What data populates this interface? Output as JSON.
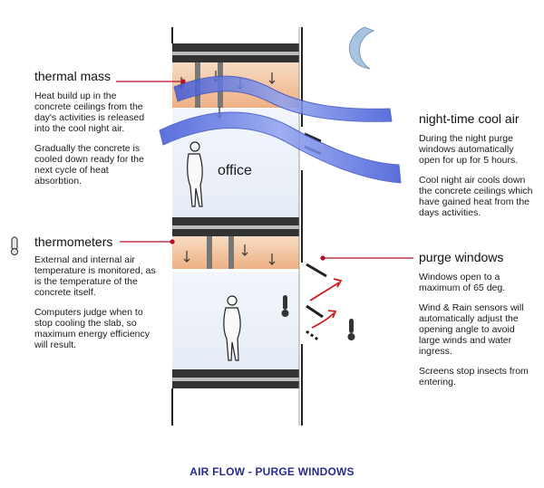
{
  "caption": "AIR FLOW - PURGE WINDOWS",
  "thermal_mass": {
    "heading": "thermal mass",
    "paragraphs": [
      "Heat build up in the concrete ceilings from the day's activities is released into the cool night air.",
      "Gradually the concrete is cooled down ready for the next cycle of heat absorbtion."
    ]
  },
  "office_label": "office",
  "night_air": {
    "heading": "night-time cool air",
    "paragraphs": [
      "During the night purge windows automatically open for up for 5 hours.",
      "Cool night air cools down the concrete ceilings which have gained heat from the days activities."
    ]
  },
  "thermometers": {
    "heading": "thermometers",
    "paragraphs": [
      "External and internal air temperature is monitored, as is the temperature of the concrete itself.",
      "Computers judge when to stop cooling the slab, so maximum energy efficiency will result."
    ]
  },
  "purge_windows": {
    "heading": "purge windows",
    "paragraphs": [
      "Windows open to a maximum of 65 deg.",
      "Wind & Rain sensors will automatically adjust the opening angle to avoid large winds and water ingress.",
      "Screens stop insects from entering."
    ]
  },
  "colors": {
    "caption": "#2b2b8c",
    "leader_line": "#b0102a",
    "concrete_heat": "#f3c7a3",
    "air_flow": "#5a6fe0",
    "moon": "#a9c4e0"
  }
}
